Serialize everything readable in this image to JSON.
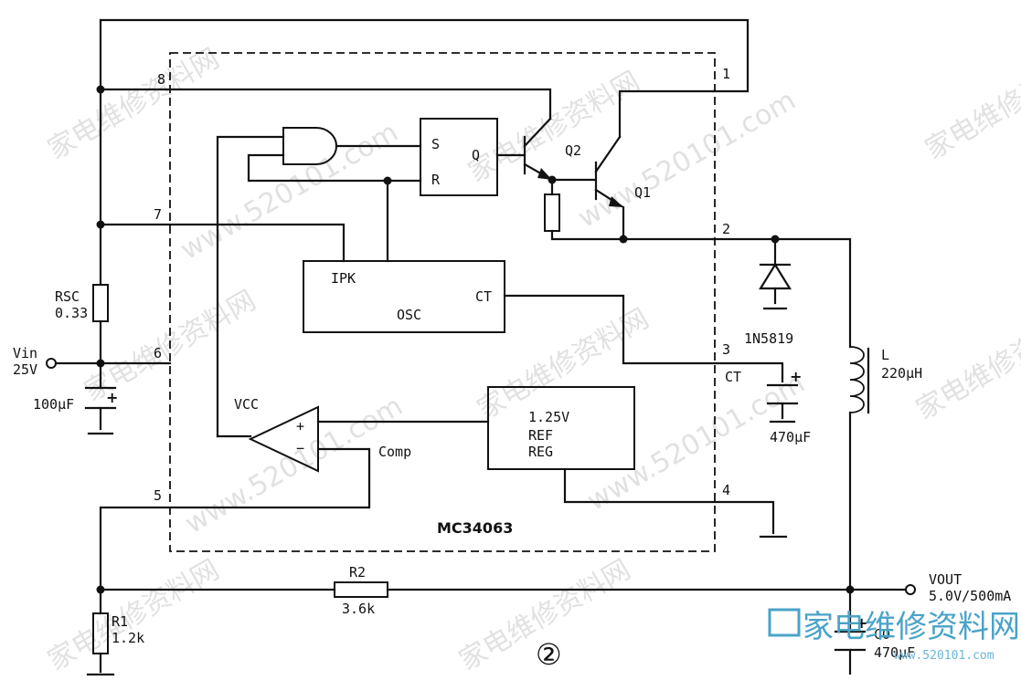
{
  "chip": {
    "name": "MC34063"
  },
  "pins": {
    "p1": "1",
    "p2": "2",
    "p3": "3",
    "p4": "4",
    "p5": "5",
    "p6": "6",
    "p7": "7",
    "p8": "8"
  },
  "blocks": {
    "flipflop_s": "S",
    "flipflop_r": "R",
    "flipflop_q": "Q",
    "osc_ipk": "IPK",
    "osc_name": "OSC",
    "osc_ct": "CT",
    "ref_line1": "1.25V",
    "ref_line2": "REF",
    "ref_line3": "REG",
    "vcc": "VCC",
    "comp": "Comp",
    "plus": "+",
    "minus": "−"
  },
  "transistors": {
    "q1": "Q1",
    "q2": "Q2"
  },
  "components": {
    "rsc_name": "RSC",
    "rsc_value": "0.33",
    "vin_name": "Vin",
    "vin_value": "25V",
    "cin_value": "100μF",
    "diode": "1N5819",
    "ct_name": "CT",
    "ct_value": "470μF",
    "l_name": "L",
    "l_value": "220μH",
    "r2_name": "R2",
    "r2_value": "3.6k",
    "r1_name": "R1",
    "r1_value": "1.2k",
    "co_name": "CO",
    "co_value": "470μF",
    "vout_name": "VOUT",
    "vout_value": "5.0V/500mA"
  },
  "figure_number": "②",
  "watermark": {
    "text": "家电维修资料网",
    "url": "www.520101.com",
    "logo": "家电维修资料网",
    "logo_url": "www.520101.com"
  }
}
